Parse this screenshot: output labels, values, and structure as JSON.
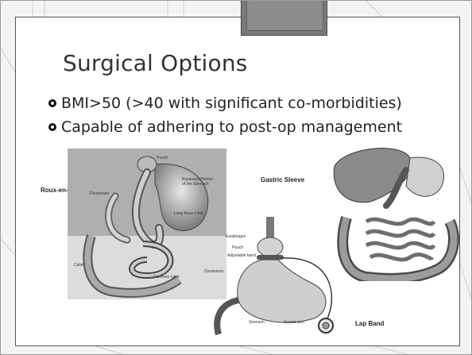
{
  "slide": {
    "title": "Surgical Options",
    "bullets": [
      "BMI>50 (>40 with significant co-morbidities)",
      "Capable of adhering to post-op management"
    ]
  },
  "figures": {
    "roux": {
      "label": "Roux-en-Y",
      "callouts": [
        "Pouch",
        "Bypassed Portion of the Stomach",
        "Duodenum",
        "Long Roux-Limb",
        "Colon",
        "Common Limb"
      ]
    },
    "sleeve": {
      "label": "Gastric Sleeve"
    },
    "band": {
      "label": "Lap Band",
      "callouts": [
        "Esophagus",
        "Pouch",
        "Adjustable band",
        "Duodenum",
        "Stomach",
        "Access port"
      ]
    }
  },
  "colors": {
    "slide_bg": "#f3f3f3",
    "panel_bg": "#ffffff",
    "tab": "#7a7a7a",
    "text": "#222222"
  }
}
